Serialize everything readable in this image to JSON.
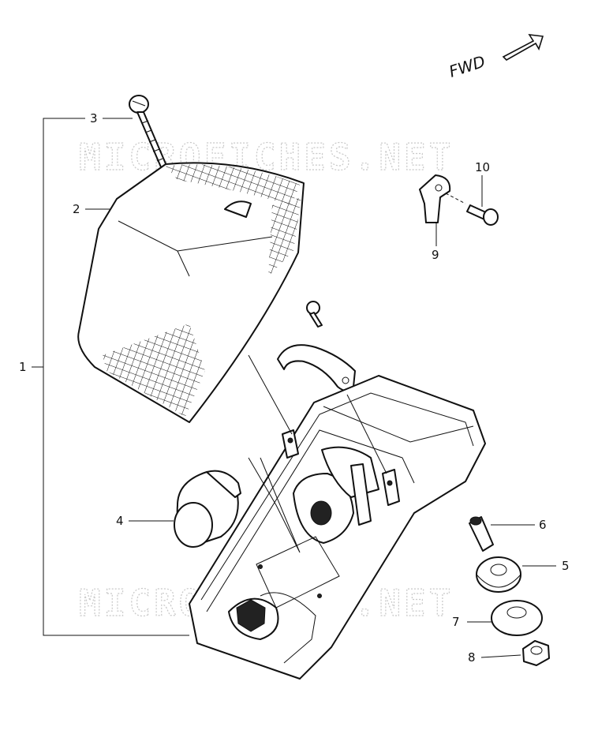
{
  "diagram": {
    "direction_label": "FWD",
    "watermark": "MICROFICHES.NET",
    "callouts": [
      "1",
      "2",
      "3",
      "4",
      "5",
      "6",
      "7",
      "8",
      "9",
      "10"
    ],
    "colors": {
      "ink": "#111111",
      "background": "#ffffff",
      "watermark": "#c8c8c8"
    }
  }
}
